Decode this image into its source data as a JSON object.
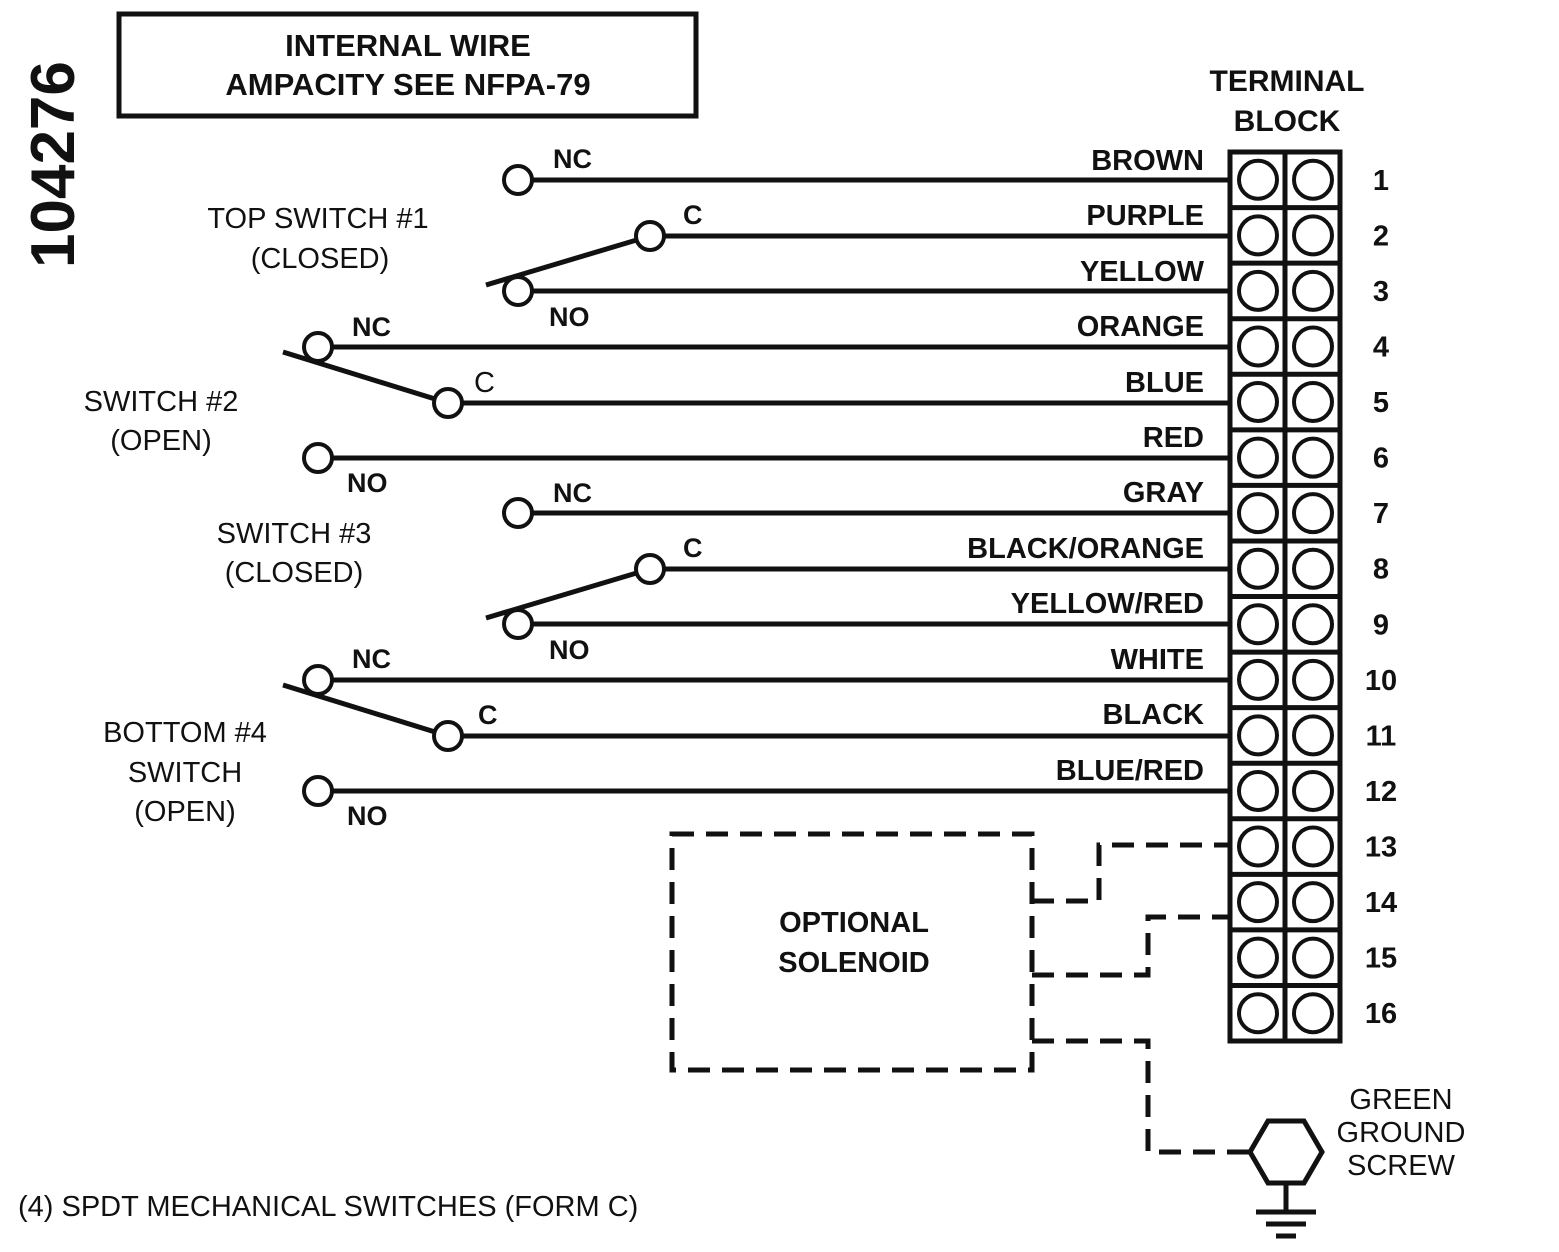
{
  "part_number": "104276",
  "note_box": {
    "line1": "INTERNAL WIRE",
    "line2": "AMPACITY SEE NFPA-79"
  },
  "terminal_block": {
    "title_line1": "TERMINAL",
    "title_line2": "BLOCK",
    "numbers": [
      "1",
      "2",
      "3",
      "4",
      "5",
      "6",
      "7",
      "8",
      "9",
      "10",
      "11",
      "12",
      "13",
      "14",
      "15",
      "16"
    ]
  },
  "wires": [
    "BROWN",
    "PURPLE",
    "YELLOW",
    "ORANGE",
    "BLUE",
    "RED",
    "GRAY",
    "BLACK/ORANGE",
    "YELLOW/RED",
    "WHITE",
    "BLACK",
    "BLUE/RED"
  ],
  "switches": [
    {
      "label_lines": [
        "TOP SWITCH #1",
        "(CLOSED)"
      ],
      "nc": "NC",
      "c": "C",
      "no": "NO"
    },
    {
      "label_lines": [
        "SWITCH #2",
        "(OPEN)"
      ],
      "nc": "NC",
      "c": "C",
      "no": "NO"
    },
    {
      "label_lines": [
        "SWITCH #3",
        "(CLOSED)"
      ],
      "nc": "NC",
      "c": "C",
      "no": "NO"
    },
    {
      "label_lines": [
        "BOTTOM #4",
        "SWITCH",
        "(OPEN)"
      ],
      "nc": "NC",
      "c": "C",
      "no": "NO"
    }
  ],
  "solenoid": {
    "line1": "OPTIONAL",
    "line2": "SOLENOID"
  },
  "ground": {
    "line1": "GREEN",
    "line2": "GROUND",
    "line3": "SCREW"
  },
  "footer": "(4) SPDT MECHANICAL SWITCHES (FORM C)"
}
